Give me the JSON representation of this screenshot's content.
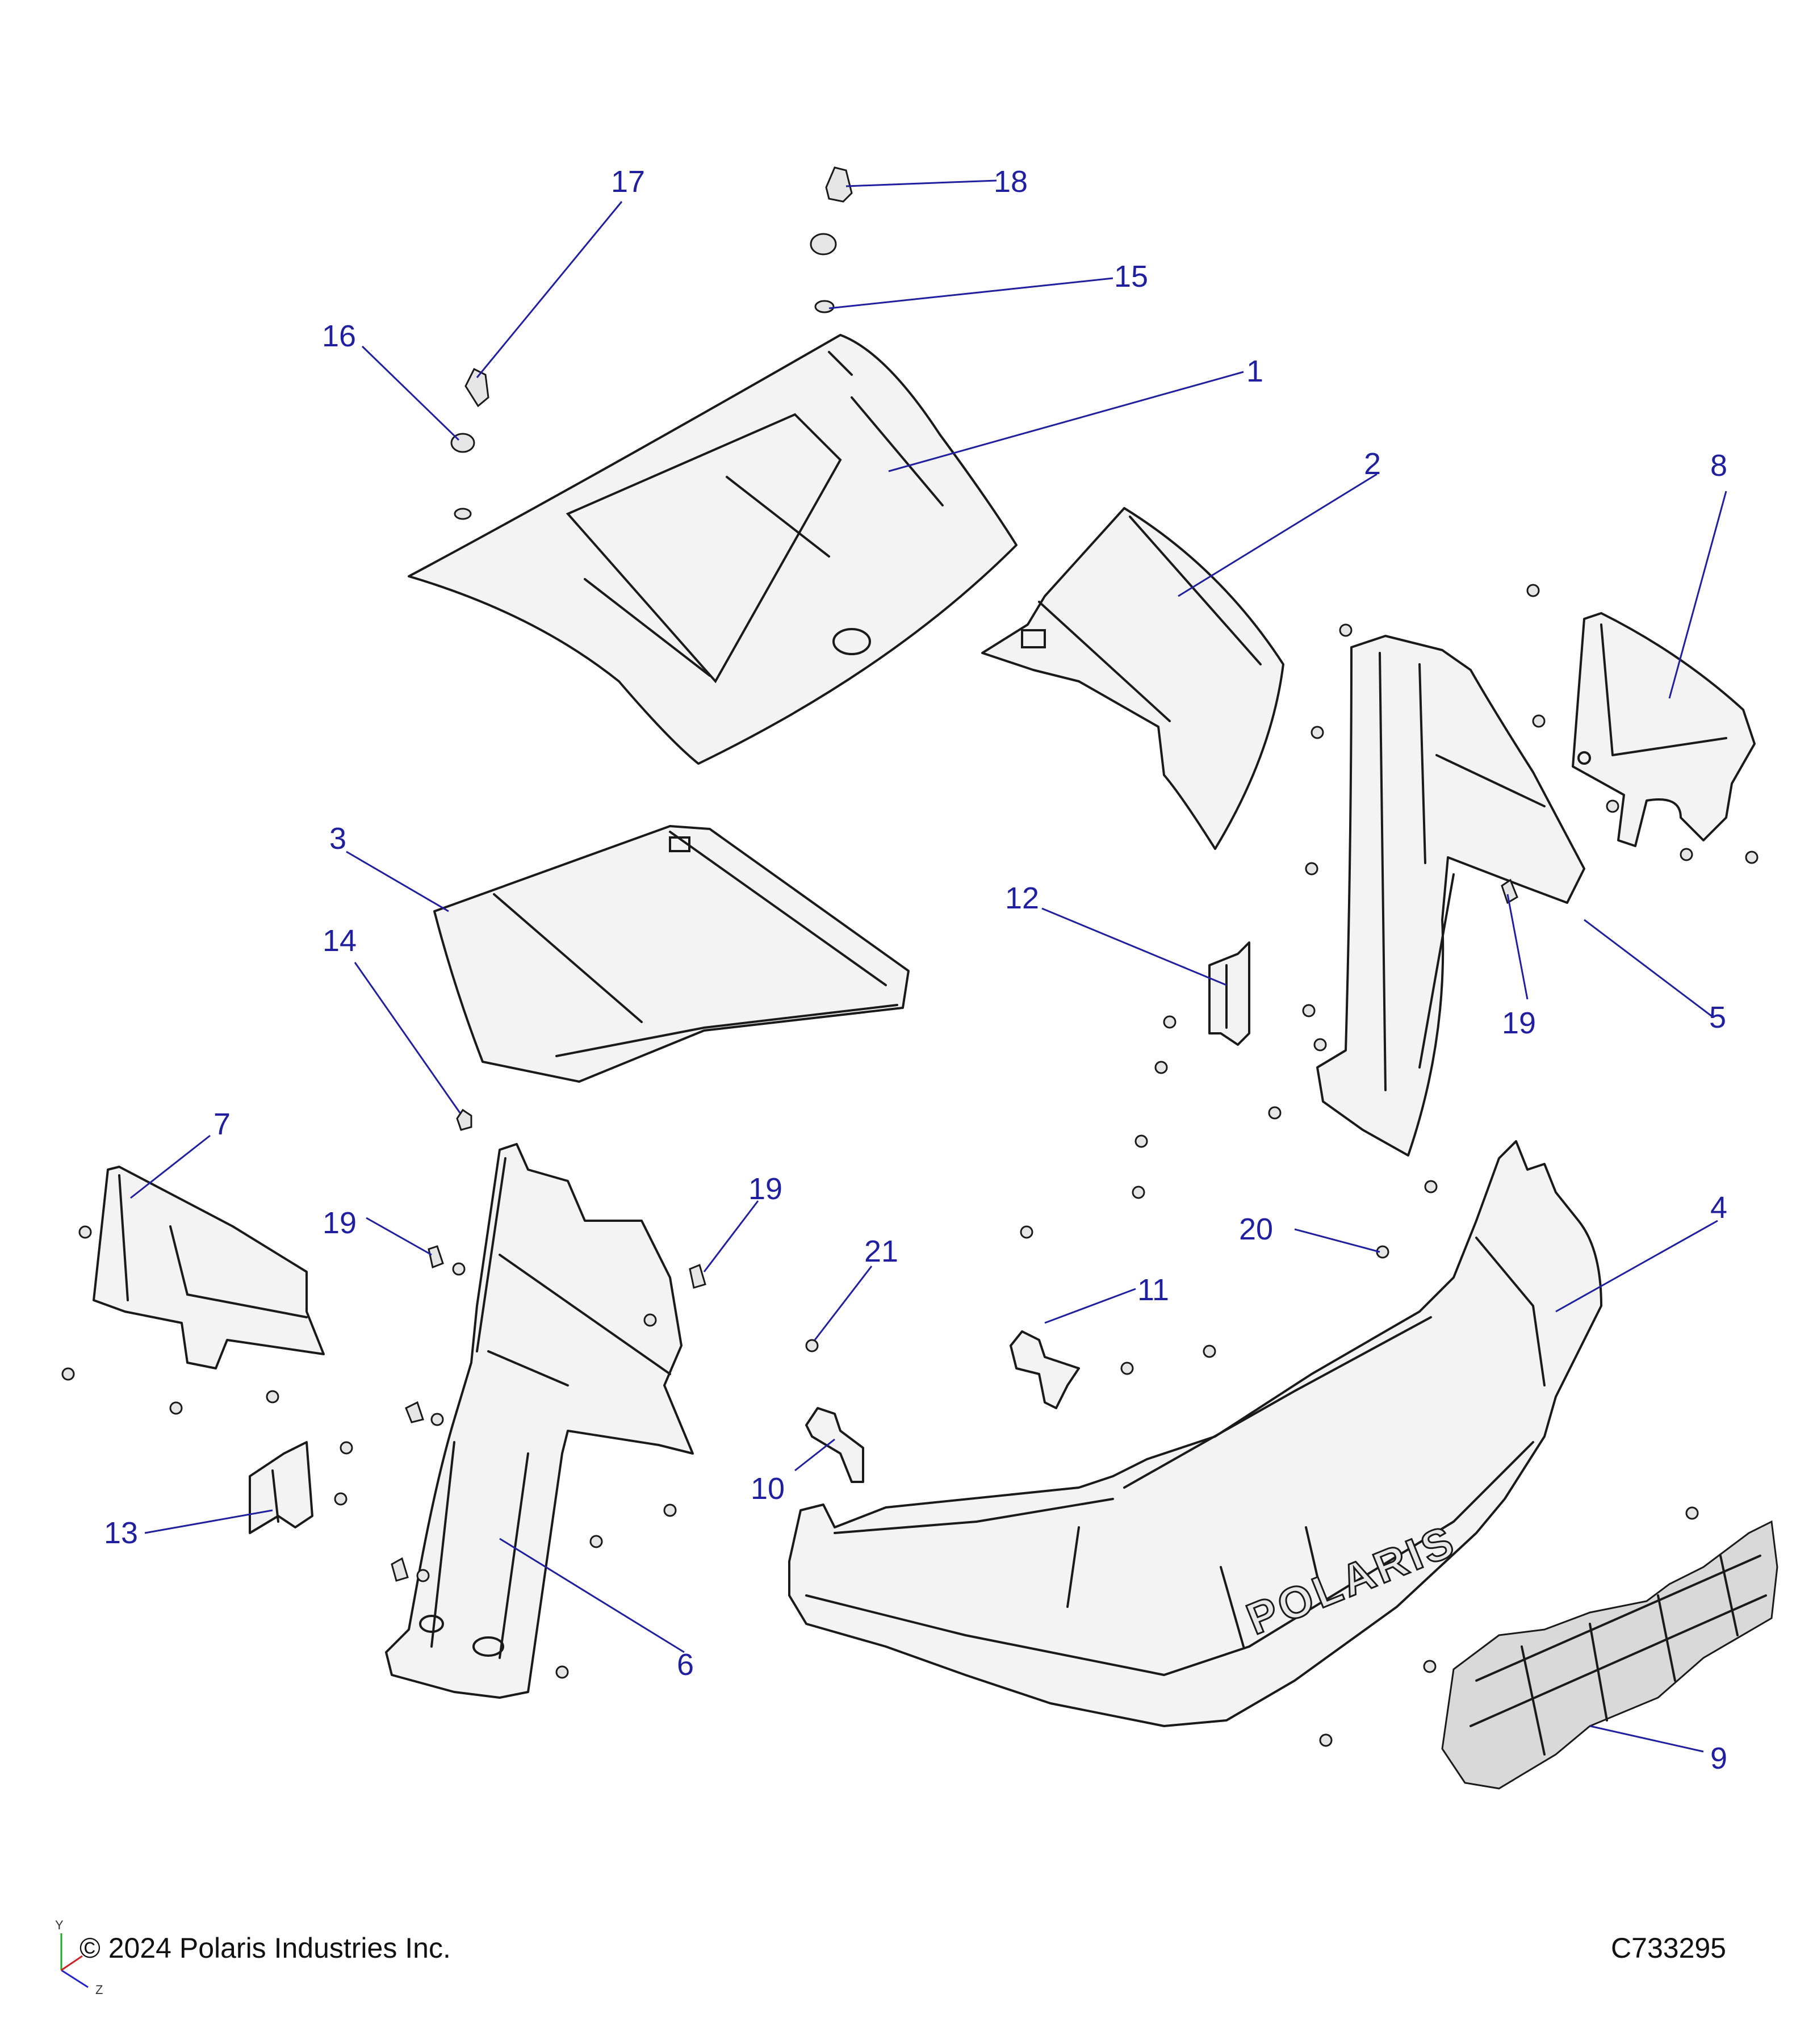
{
  "callouts": {
    "c1": "1",
    "c2": "2",
    "c3": "3",
    "c4": "4",
    "c5": "5",
    "c6": "6",
    "c7": "7",
    "c8": "8",
    "c9": "9",
    "c10": "10",
    "c11": "11",
    "c12": "12",
    "c13": "13",
    "c14": "14",
    "c15": "15",
    "c16": "16",
    "c17": "17",
    "c18": "18",
    "c19a": "19",
    "c19b": "19",
    "c19c": "19",
    "c20": "20",
    "c21": "21"
  },
  "logo_text": "POLARIS",
  "footer": {
    "copyright": "© 2024 Polaris Industries Inc.",
    "drawing_number": "C733295"
  },
  "axis": {
    "y": "Y",
    "z": "Z"
  },
  "colors": {
    "callout": "#1f1fa0",
    "line": "#1a1a1a",
    "part_fill": "#f3f3f3"
  }
}
